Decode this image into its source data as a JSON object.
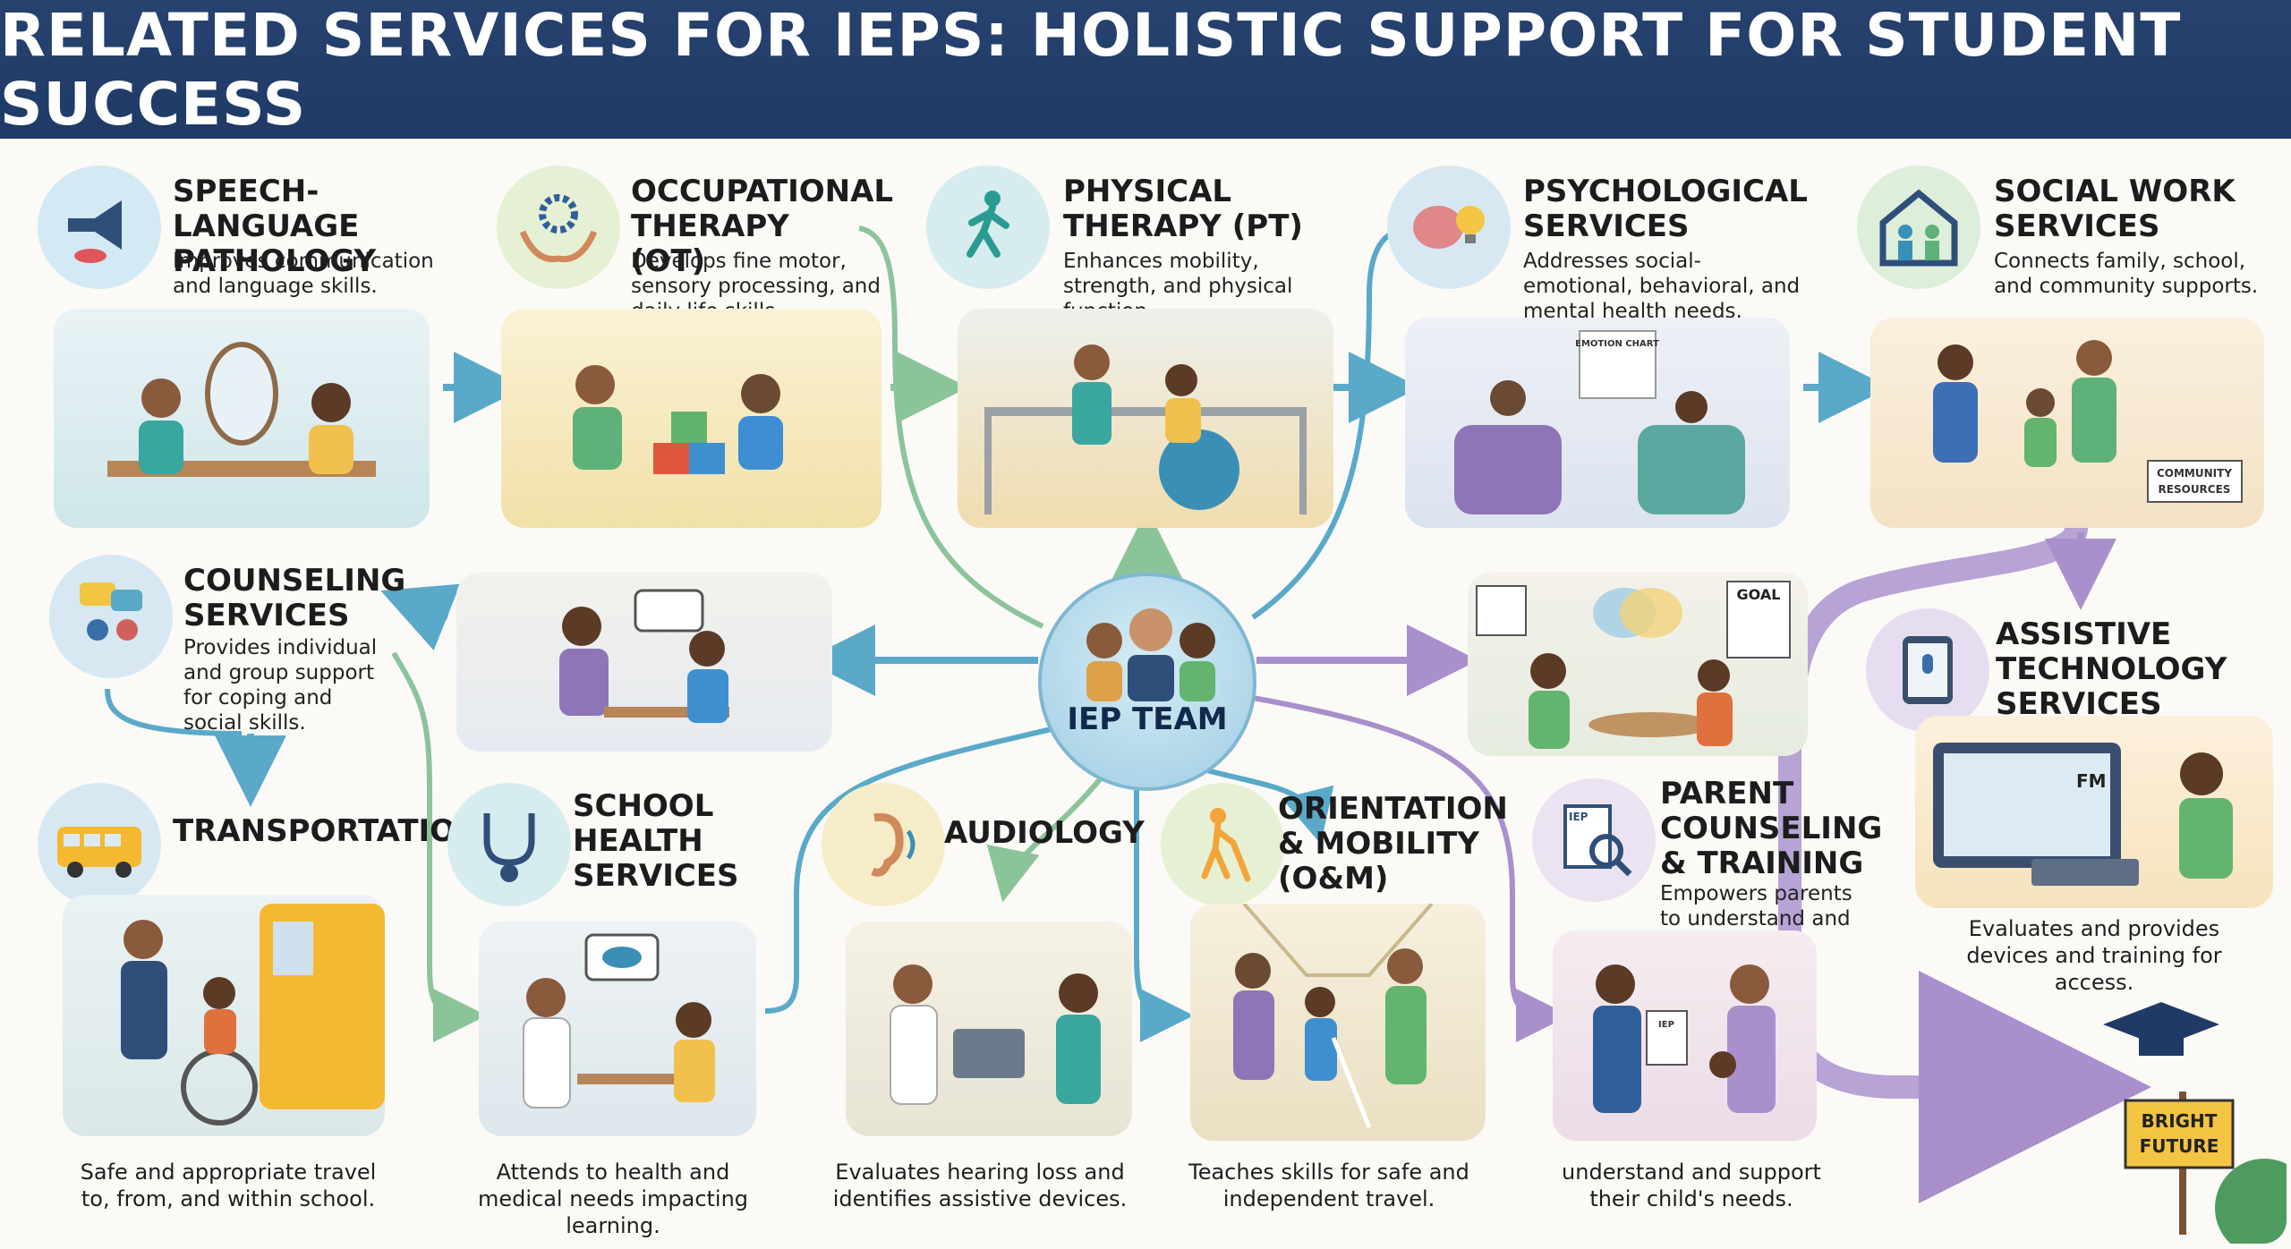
{
  "title": "RELATED SERVICES FOR IEPs: HOLISTIC SUPPORT FOR STUDENT SUCCESS",
  "hub": {
    "label": "IEP TEAM"
  },
  "services": {
    "speech": {
      "title": "SPEECH-LANGUAGE PATHOLOGY",
      "desc": "Improves communication and language skills."
    },
    "ot": {
      "title": "OCCUPATIONAL THERAPY (OT)",
      "desc": "Develops fine motor, sensory processing, and daily life skills."
    },
    "pt": {
      "title": "PHYSICAL THERAPY (PT)",
      "desc": "Enhances mobility, strength, and physical function."
    },
    "psych": {
      "title": "PSYCHOLOGICAL SERVICES",
      "desc": "Addresses social-emotional, behavioral, and mental health needs.",
      "sign": "EMOTION CHART"
    },
    "social": {
      "title": "SOCIAL WORK SERVICES",
      "desc": "Connects family, school, and community supports.",
      "sign": "COMMUNITY RESOURCES"
    },
    "counseling": {
      "title": "COUNSELING SERVICES",
      "desc": "Provides individual and group support for coping and social skills."
    },
    "assistive": {
      "title": "ASSISTIVE TECHNOLOGY SERVICES",
      "caption": "Evaluates and provides devices and training for access.",
      "screen": "FM"
    },
    "transport": {
      "title": "TRANSPORTATION",
      "caption": "Safe and appropriate travel to, from, and within school."
    },
    "health": {
      "title": "SCHOOL HEALTH SERVICES",
      "caption": "Attends to health and medical needs impacting learning."
    },
    "audiology": {
      "title": "AUDIOLOGY",
      "caption": "Evaluates hearing loss and identifies assistive devices."
    },
    "om": {
      "title": "ORIENTATION & MOBILITY (O&M)",
      "caption": "Teaches skills for safe and independent travel."
    },
    "parent": {
      "title": "PARENT COUNSELING & TRAINING",
      "desc": "Empowers parents to understand and",
      "caption": "understand and support their child's needs.",
      "badge": "IEP",
      "doc": "IEP"
    }
  },
  "goal_sign": "GOAL",
  "future_sign": "BRIGHT FUTURE",
  "colors": {
    "header": "#223d6a",
    "teal": "#5aa9c9",
    "green": "#8cc49a",
    "purple": "#a98fcb",
    "hub": "#9fcde3"
  }
}
